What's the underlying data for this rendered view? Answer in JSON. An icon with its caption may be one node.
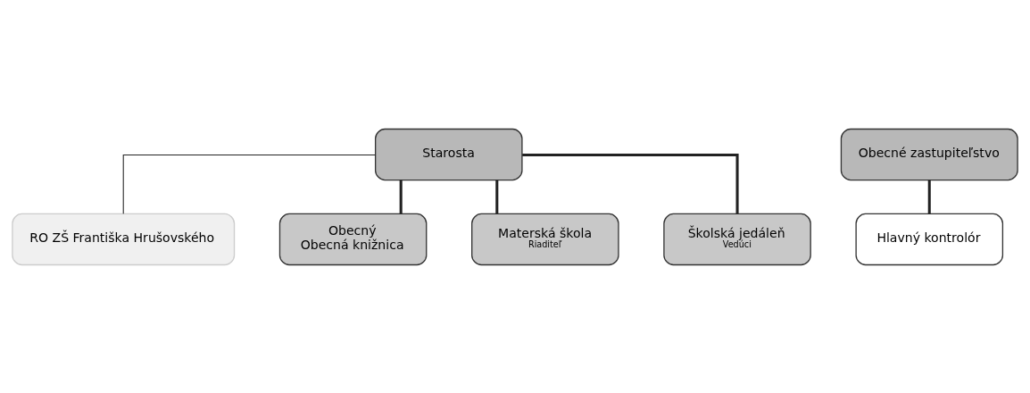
{
  "diagram": {
    "nodes": [
      {
        "text": [
          "Starosta"
        ]
      },
      {
        "text": [
          "Obecné zastupiteľstvo"
        ]
      },
      {
        "text": [
          "RO ZŠ Františka Hrušovského"
        ]
      },
      {
        "text": [
          "Hlavný kontrolór"
        ]
      },
      {
        "text": [
          "Obecný",
          "Obecná knižnica"
        ]
      },
      {
        "text": [
          "Materská škola",
          "Riaditeľ"
        ]
      },
      {
        "text": [
          "Školská jedáleň",
          "Vedúci"
        ]
      }
    ],
    "edges": [
      {
        "from": 0,
        "to": 2,
        "arrow": "none"
      },
      {
        "from": 0,
        "to": 4,
        "arrow": "none"
      },
      {
        "from": 0,
        "to": 5,
        "arrow": "none"
      },
      {
        "from": 0,
        "to": 6,
        "arrow": "none"
      },
      {
        "from": 1,
        "to": 3,
        "arrow": "none"
      }
    ]
  }
}
